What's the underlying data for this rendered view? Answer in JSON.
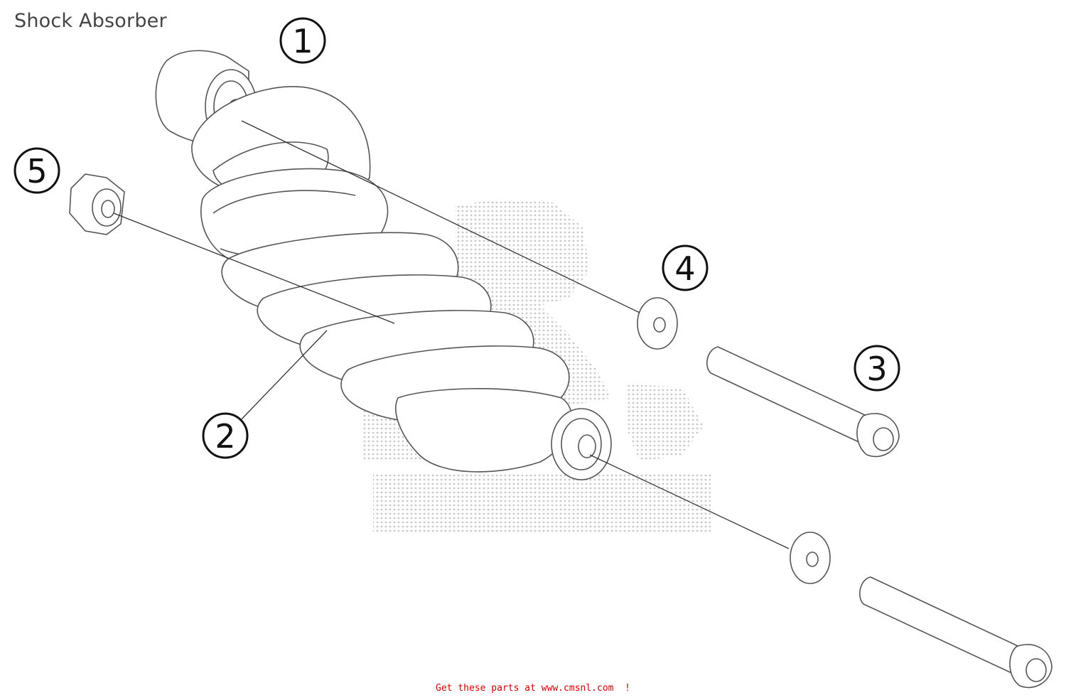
{
  "title": "Shock Absorber",
  "footer": {
    "link_text": "Get these parts at www.cmsnl.com  !",
    "color": "#cc0000"
  },
  "callouts": [
    {
      "id": "1",
      "label": "1"
    },
    {
      "id": "2",
      "label": "2"
    },
    {
      "id": "3",
      "label": "3"
    },
    {
      "id": "4",
      "label": "4"
    },
    {
      "id": "5",
      "label": "5"
    }
  ],
  "watermark": {
    "color": "#c8c8c8"
  },
  "colors": {
    "line": "#444444",
    "background": "#ffffff"
  }
}
